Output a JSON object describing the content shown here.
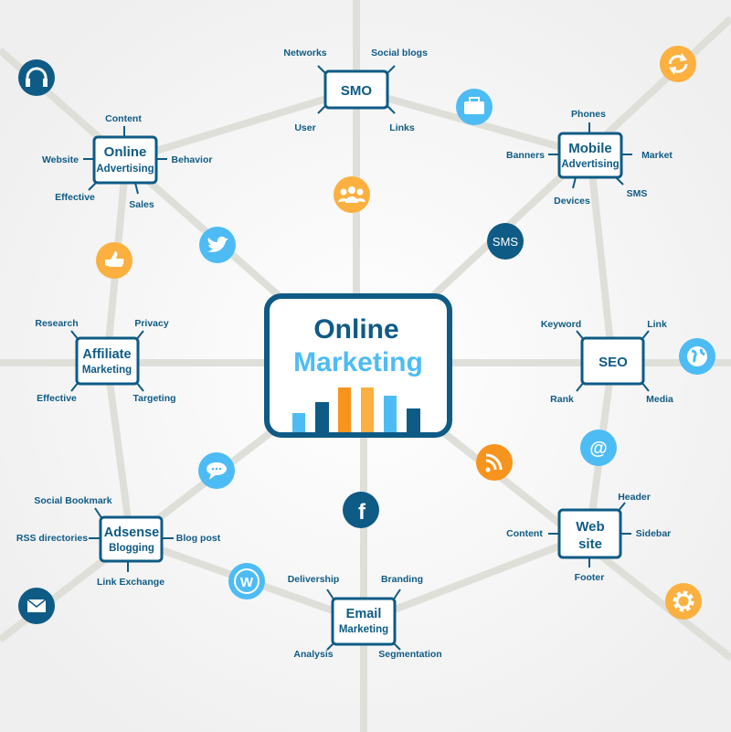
{
  "colors": {
    "dark": "#0e5b85",
    "light": "#4dbcf5",
    "orange": "#f7941d",
    "light_orange": "#fbb040",
    "line": "#dfdfda"
  },
  "center": {
    "line1": "Online",
    "line2": "Marketing"
  },
  "nodes": {
    "smo": {
      "title": [
        "SMO"
      ],
      "items": [
        "Networks",
        "Social blogs",
        "User",
        "Links"
      ]
    },
    "online_advertising": {
      "title": [
        "Online",
        "Advertising"
      ],
      "items": [
        "Content",
        "Website",
        "Behavior",
        "Effective",
        "Sales"
      ]
    },
    "mobile_advertising": {
      "title": [
        "Mobile",
        "Advertising"
      ],
      "items": [
        "Phones",
        "Banners",
        "Market",
        "Devices",
        "SMS"
      ]
    },
    "affiliate_marketing": {
      "title": [
        "Affiliate",
        "Marketing"
      ],
      "items": [
        "Research",
        "Privacy",
        "Effective",
        "Targeting"
      ]
    },
    "seo": {
      "title": [
        "SEO"
      ],
      "items": [
        "Keyword",
        "Link",
        "Rank",
        "Media"
      ]
    },
    "adsense_blogging": {
      "title": [
        "Adsense",
        "Blogging"
      ],
      "items": [
        "Social Bookmark",
        "RSS directories",
        "Blog post",
        "Link Exchange"
      ]
    },
    "website": {
      "title": [
        "Web",
        "site"
      ],
      "items": [
        "Header",
        "Content",
        "Sidebar",
        "Footer"
      ]
    },
    "email_marketing": {
      "title": [
        "Email",
        "Marketing"
      ],
      "items": [
        "Delivership",
        "Branding",
        "Analysis",
        "Segmentation"
      ]
    }
  },
  "icons": {
    "sms_text": "SMS",
    "facebook_text": "f",
    "wordpress_text": "W",
    "at_text": "@"
  }
}
